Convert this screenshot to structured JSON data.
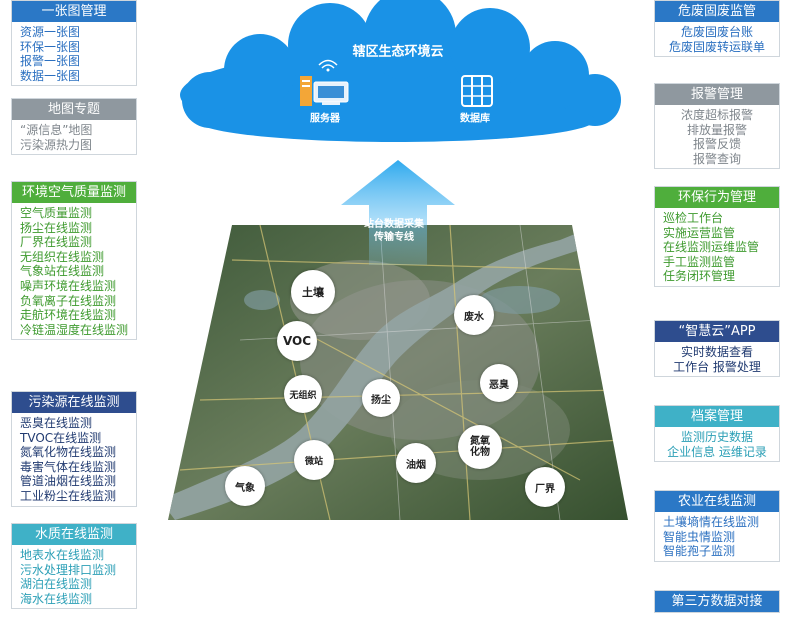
{
  "left_panels": [
    {
      "title": "一张图管理",
      "theme": "blue",
      "items": [
        "资源一张图",
        "环保一张图",
        "报警一张图",
        "数据一张图"
      ]
    },
    {
      "title": "地图专题",
      "theme": "gray",
      "items": [
        "“源信息”地图",
        "污染源热力图"
      ]
    },
    {
      "title": "环境空气质量监测",
      "theme": "green",
      "items": [
        "空气质量监测",
        "扬尘在线监测",
        "厂界在线监测",
        "无组织在线监测",
        "气象站在线监测",
        "噪声环境在线监测",
        "负氧离子在线监测",
        "走航环境在线监测",
        "冷链温湿度在线监测"
      ]
    },
    {
      "title": "污染源在线监测",
      "theme": "navy",
      "items": [
        "恶臭在线监测",
        "TVOC在线监测",
        "氮氧化物在线监测",
        "毒害气体在线监测",
        "管道油烟在线监测",
        "工业粉尘在线监测"
      ]
    },
    {
      "title": "水质在线监测",
      "theme": "teal",
      "items": [
        "地表水在线监测",
        "污水处理排口监测",
        "湖泊在线监测",
        "海水在线监测"
      ]
    }
  ],
  "right_panels": [
    {
      "title": "危废固废监管",
      "theme": "blue",
      "items": [
        "危废固废台账",
        "危废固废转运联单"
      ]
    },
    {
      "title": "报警管理",
      "theme": "gray",
      "items": [
        "浓度超标报警",
        "排放量报警",
        "报警反馈",
        "报警查询"
      ]
    },
    {
      "title": "环保行为管理",
      "theme": "green",
      "items": [
        "巡检工作台",
        "实施运营监管",
        "在线监测运维监管",
        "手工监测监管",
        "任务闭环管理"
      ]
    },
    {
      "title": "“智慧云”APP",
      "theme": "navy",
      "items": [
        "实时数据查看",
        "工作台  报警处理"
      ]
    },
    {
      "title": "档案管理",
      "theme": "teal",
      "items": [
        "监测历史数据",
        "企业信息  运维记录"
      ]
    },
    {
      "title": "农业在线监测",
      "theme": "blue",
      "items": [
        "土壤墒情在线监测",
        "智能虫情监测",
        "智能孢子监测"
      ]
    },
    {
      "title": "第三方数据对接",
      "theme": "blue",
      "items": []
    }
  ],
  "cloud": {
    "title": "辖区生态环境云",
    "server_label": "服务器",
    "database_label": "数据库"
  },
  "arrow_label": [
    "站台数据采集",
    "传输专线"
  ],
  "map_nodes": [
    "土壤",
    "VOC",
    "废水",
    "恶臭",
    "无组织",
    "扬尘",
    "氮氧化物",
    "微站",
    "油烟",
    "气象",
    "厂界"
  ],
  "colors": {
    "blue": "#2b78c6",
    "gray": "#8f989f",
    "green": "#4fae3c",
    "navy": "#2e4d8e",
    "teal": "#3fb1c7",
    "cloud": "#1a92e6",
    "arrow": "#27a3ea"
  }
}
